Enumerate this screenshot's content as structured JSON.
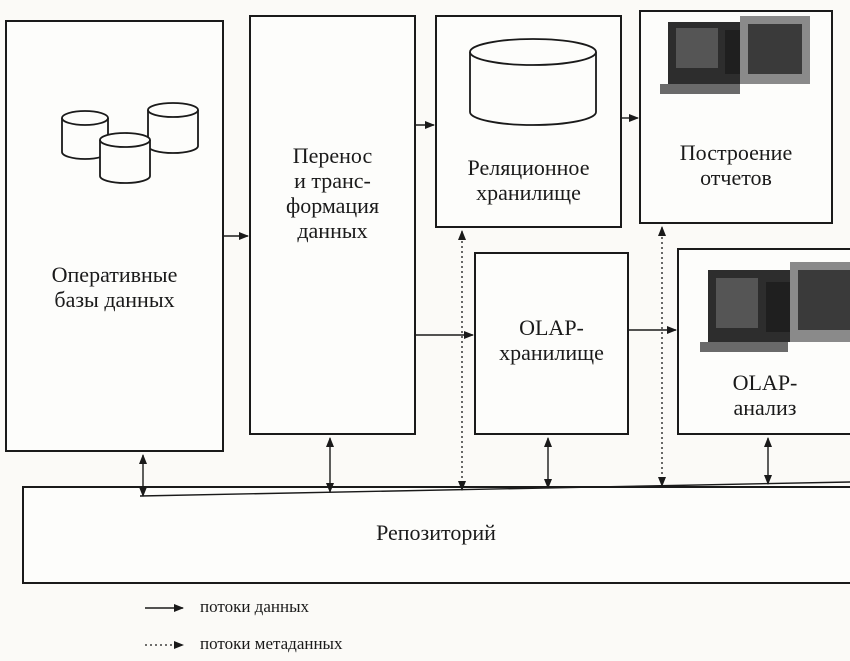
{
  "blocks": {
    "operational_db": "Оперативные\nбазы данных",
    "transfer": "Перенос\nи транс-\nформация\nданных",
    "relational_store": "Реляционное\nхранилище",
    "reporting": "Построение\nотчетов",
    "olap_store": "OLAP-\nхранилище",
    "olap_analysis": "OLAP-\nанализ",
    "repository": "Репозиторий"
  },
  "legend": {
    "data_flows": "потоки данных",
    "metadata_flows": "потоки метаданных"
  },
  "icons": {
    "database": "database-cylinder-icon",
    "computer": "computer-workstation-icon"
  }
}
